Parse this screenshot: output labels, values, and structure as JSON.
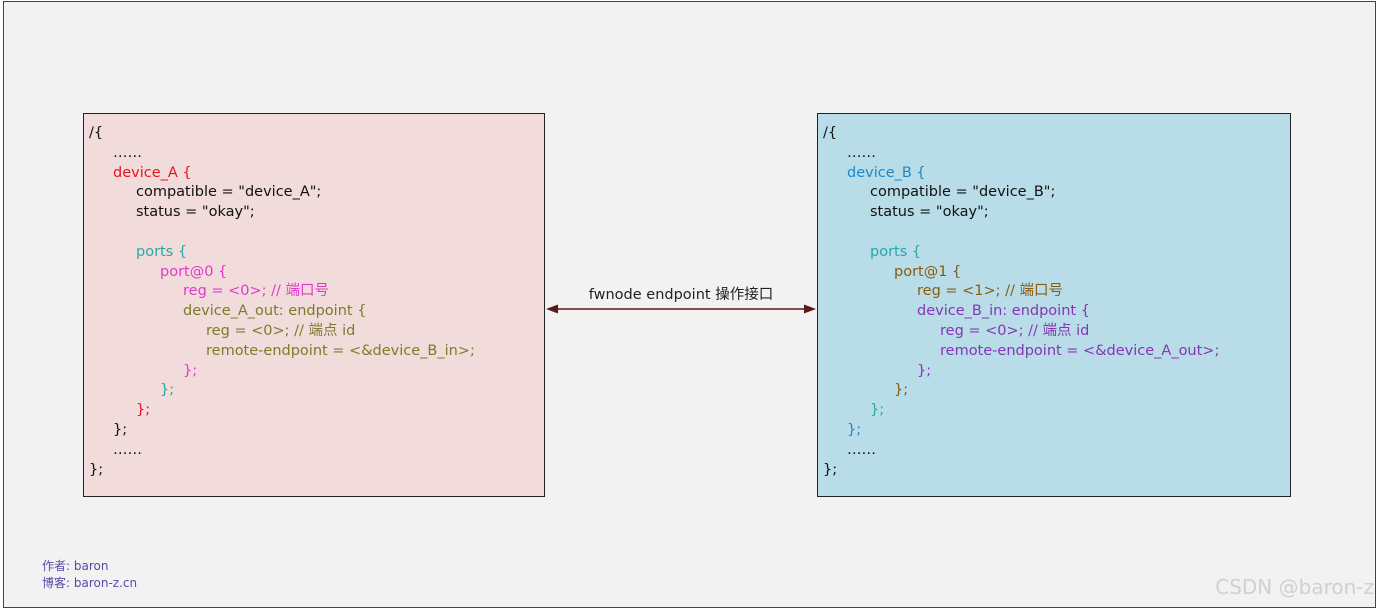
{
  "arrow_label": "fwnode endpoint 操作接口",
  "author": {
    "line1": "作者: baron",
    "line2": "博客: baron-z.cn"
  },
  "watermark": "CSDN @baron-z",
  "colors": {
    "arrow": "#5a1a1a",
    "box_a_fill": "#f2dcdb",
    "box_b_fill": "#b9dde8",
    "canvas": "#f2f2f2"
  },
  "box_a": {
    "root_open": "/{",
    "dots1": "……",
    "node_open": "device_A {",
    "compatible": "compatible = \"device_A\";",
    "status": "status = \"okay\";",
    "ports_open": "ports {",
    "port_open": "port@0 {",
    "port_reg": "reg = <0>; // 端口号",
    "endpoint_open": "device_A_out: endpoint {",
    "endpoint_reg": "reg = <0>; // 端点 id",
    "remote": "remote-endpoint = <&device_B_in>;",
    "endpoint_close": "};",
    "port_close": "};",
    "ports_close": "};",
    "node_close": "};",
    "dots2": "……",
    "root_close": "};"
  },
  "box_b": {
    "root_open": "/{",
    "dots1": "……",
    "node_open": "device_B {",
    "compatible": "compatible = \"device_B\";",
    "status": "status = \"okay\";",
    "ports_open": "ports {",
    "port_open": "port@1 {",
    "port_reg": "reg = <1>; // 端口号",
    "endpoint_open": "device_B_in: endpoint {",
    "endpoint_reg": "reg = <0>; // 端点 id",
    "remote": "remote-endpoint = <&device_A_out>;",
    "endpoint_close": "};",
    "port_close": "};",
    "ports_close": "};",
    "node_close": "};",
    "dots2": "……",
    "root_close": "};"
  }
}
